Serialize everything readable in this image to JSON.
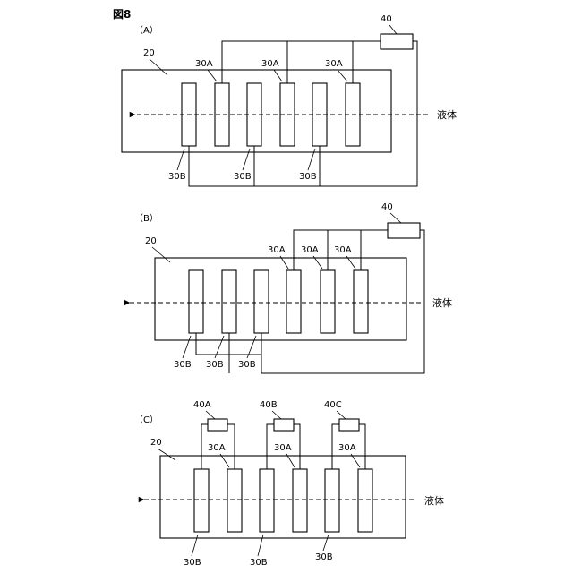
{
  "figure_title": "図8",
  "liquid_label": "液体",
  "panels": [
    {
      "label": "（A）",
      "chamber": "20",
      "power_supply": "40",
      "electrode_a": "30A",
      "electrode_b": "30B"
    },
    {
      "label": "（B）",
      "chamber": "20",
      "power_supply": "40",
      "electrode_a": "30A",
      "electrode_b": "30B"
    },
    {
      "label": "（C）",
      "chamber": "20",
      "power_supplies": [
        "40A",
        "40B",
        "40C"
      ],
      "electrode_a": "30A",
      "electrode_b": "30B"
    }
  ]
}
